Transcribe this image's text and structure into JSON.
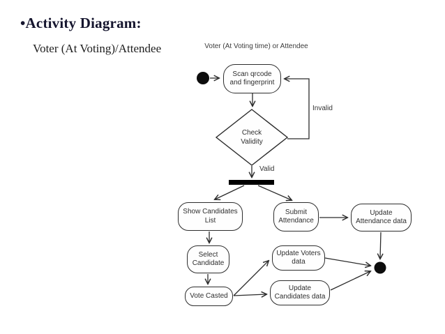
{
  "slide": {
    "title": "•Activity Diagram:",
    "subtitle": "Voter (At Voting)/Attendee",
    "background": "#ffffff"
  },
  "diagram": {
    "header_label": "Voter (At Voting time) or Attendee",
    "nodes": {
      "scan": "Scan qrcode\nand fingerprint",
      "show_candidates": "Show Candidates\nList",
      "submit_attendance": "Submit\nAttendance",
      "update_attendance": "Update\nAttendance data",
      "select_candidate": "Select\nCandidate",
      "vote_casted": "Vote Casted",
      "update_voters": "Update Voters\ndata",
      "update_candidates": "Update\nCandidates data"
    },
    "decision_label": "Check\nValidity",
    "edge_labels": {
      "invalid": "Invalid",
      "valid": "Valid"
    },
    "colors": {
      "line": "#2b2b2b",
      "node_border": "#2d2d2d",
      "node_fill": "#fefefe",
      "terminal_fill": "#0d0d0d",
      "fork_fill": "#000000",
      "title_text": "#15152e",
      "body_text": "#2e2e2e"
    }
  }
}
